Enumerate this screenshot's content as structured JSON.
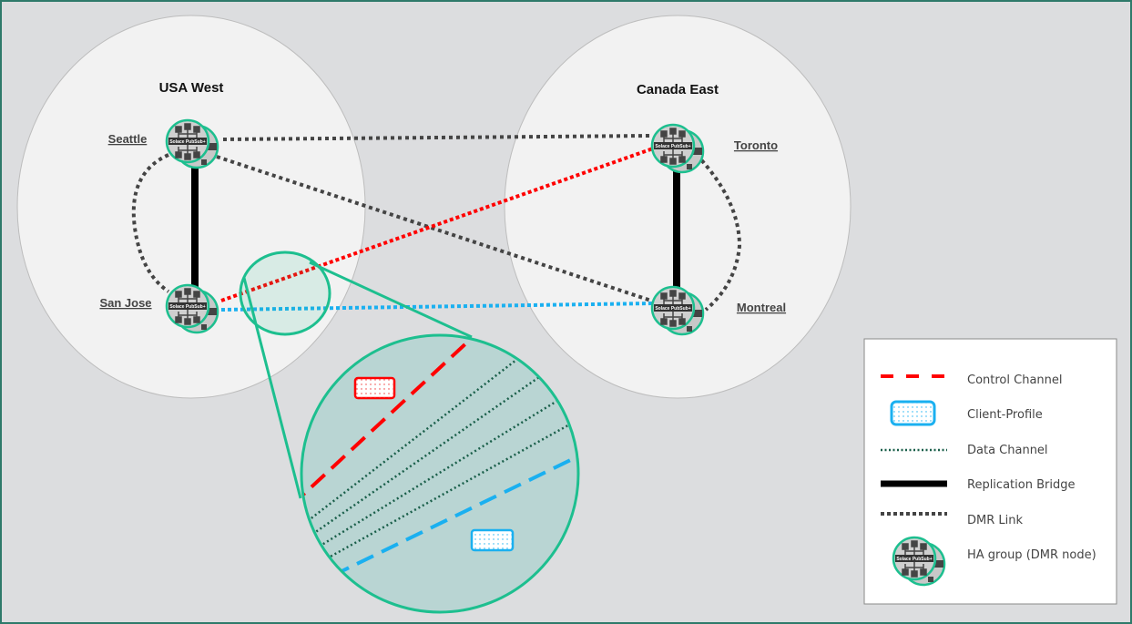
{
  "regions": [
    {
      "title": "USA West"
    },
    {
      "title": "Canada East"
    }
  ],
  "nodes": {
    "seattle": "Seattle",
    "san_jose": "San Jose",
    "toronto": "Toronto",
    "montreal": "Montreal"
  },
  "node_icon_logo_text": "Solace PubSub+",
  "legend": {
    "items": [
      {
        "label": "Control Channel",
        "color": "#ff0000",
        "style": "dashed"
      },
      {
        "label": "Client-Profile",
        "color": "#1ab0f0",
        "style": "dotted-box"
      },
      {
        "label": "Data Channel",
        "color": "#1a5f4a",
        "style": "dotted"
      },
      {
        "label": "Replication Bridge",
        "color": "#000000",
        "style": "solid-thick"
      },
      {
        "label": "DMR Link",
        "color": "#444444",
        "style": "dotted-thick"
      },
      {
        "label": "HA group (DMR node)",
        "icon": "ha-group-node-icon"
      }
    ]
  },
  "colors": {
    "frame": "#2e7a6a",
    "background": "#dcdddf",
    "region_fill": "#f2f2f2",
    "zoom_accent": "#1dbf8f"
  }
}
